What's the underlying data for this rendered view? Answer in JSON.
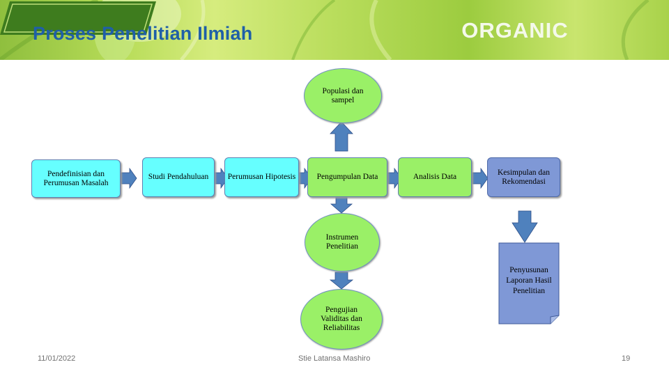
{
  "header": {
    "title": "Proses Penelitian Ilmiah",
    "logo_text": "ORGANIC"
  },
  "colors": {
    "title": "#1f5fa8",
    "step_box": "#66ffff",
    "green_node": "#9af067",
    "blue_node": "#7f98d6",
    "arrow": "#4f81bd"
  },
  "diagram": {
    "steps": [
      "Pendefinisian dan Perumusan Masalah",
      "Studi Pendahuluan",
      "Perumusan Hipotesis",
      "Pengumpulan Data",
      "Analisis Data",
      "Kesimpulan dan Rekomendasi"
    ],
    "population": "Populasi dan sampel",
    "instrument": "Instrumen Penelitian",
    "testing": "Pengujian Validitas dan Reliabilitas",
    "report": "Penyusunan Laporan Hasil Penelitian"
  },
  "footer": {
    "date": "11/01/2022",
    "center": "Stie Latansa Mashiro",
    "page": "19"
  }
}
